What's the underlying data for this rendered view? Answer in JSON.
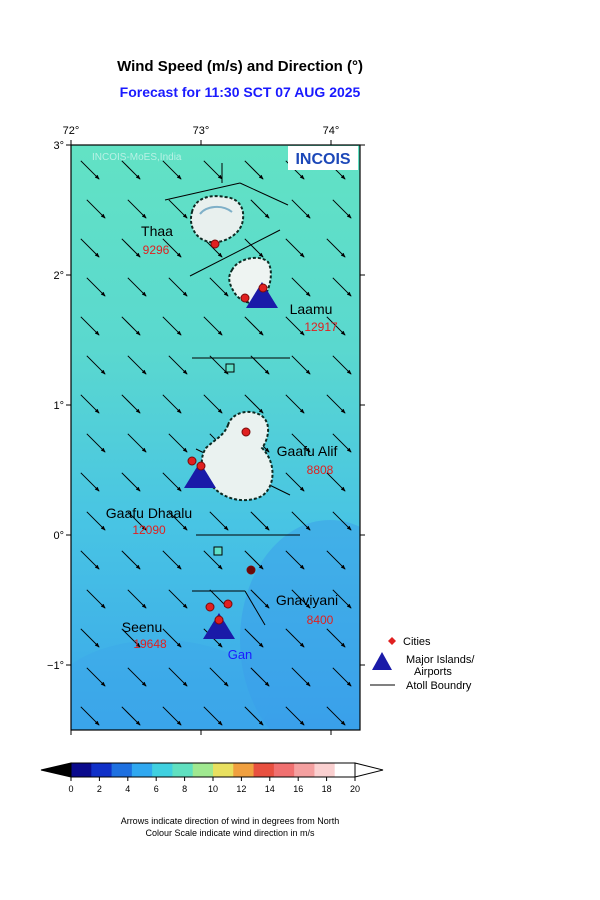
{
  "header": {
    "title": "Wind Speed (m/s) and Direction (°)",
    "subtitle": "Forecast for  11:30 SCT 07 AUG 2025"
  },
  "watermark": "INCOIS-MoES,India",
  "logo_text": "INCOIS",
  "axes": {
    "x_ticks": [
      "72°",
      "73°",
      "74°"
    ],
    "y_ticks": [
      "3°",
      "2°",
      "1°",
      "0°",
      "−1°"
    ],
    "lon_range": [
      72,
      74.2
    ],
    "lat_range": [
      -1.5,
      3
    ]
  },
  "wind": {
    "direction_deg": 315,
    "note": "arrows pointing to the south-east across the region"
  },
  "atolls": [
    {
      "name": "Thaa",
      "value": "9296"
    },
    {
      "name": "Laamu",
      "value": "12917"
    },
    {
      "name": "Gaafu Alif",
      "value": "8808"
    },
    {
      "name": "Gaafu Dhaalu",
      "value": "12090"
    },
    {
      "name": "Gnaviyani",
      "value": "8400"
    },
    {
      "name": "Seenu",
      "value": "19648"
    }
  ],
  "airport_label": "Gan",
  "legend": {
    "cities": "Cities",
    "major_islands_line1": "Major Islands/",
    "major_islands_line2": "Airports",
    "atoll_boundary": "Atoll Boundry"
  },
  "colorbar": {
    "ticks": [
      "0",
      "2",
      "4",
      "6",
      "8",
      "10",
      "12",
      "14",
      "16",
      "18",
      "20"
    ],
    "colors": [
      "#0a0a8c",
      "#1030c8",
      "#1e70e0",
      "#30a8f0",
      "#40d0e0",
      "#60e0c0",
      "#a0e890",
      "#e8e060",
      "#f0a040",
      "#e85040",
      "#f07070",
      "#f4a0a0",
      "#fad0d0",
      "#ffffff"
    ]
  },
  "notes": {
    "line1": "Arrows indicate direction of wind in degrees from North",
    "line2": "Colour Scale indicate wind direction  in m/s"
  },
  "colors": {
    "subtitle": "#1a1aff",
    "label_value": "#e02020",
    "gan_label": "#1a1aff",
    "airport_marker": "#1a1aa8",
    "city_marker": "#e02020"
  }
}
